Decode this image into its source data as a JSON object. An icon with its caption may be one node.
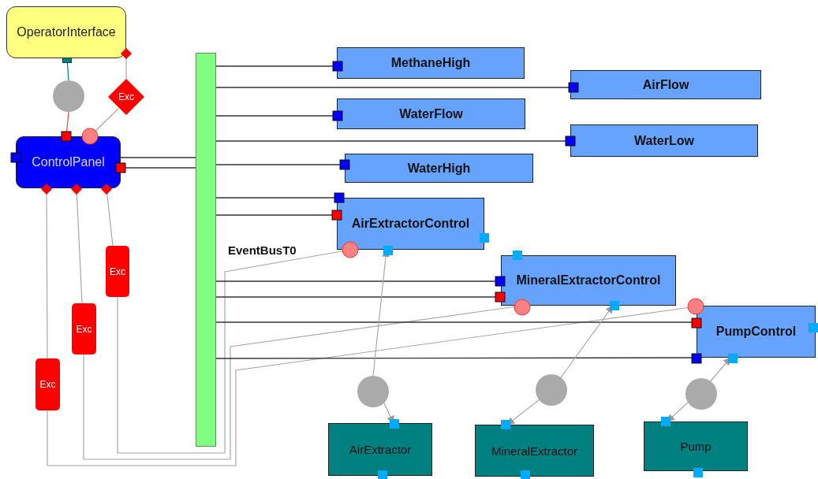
{
  "diagram": {
    "nodes": [
      {
        "text": [
          "OperatorInterface"
        ]
      },
      {
        "text": [],
        "shape": "circle"
      },
      {
        "text": [
          "Exc"
        ]
      },
      {
        "text": [
          "ControlPanel"
        ]
      },
      {
        "text": [
          "Exc"
        ]
      },
      {
        "text": [
          "Exc"
        ]
      },
      {
        "text": [
          "Exc"
        ]
      },
      {
        "text": [
          "EventBusT0"
        ]
      },
      {
        "text": [
          "MethaneHigh"
        ]
      },
      {
        "text": [
          "AirFlow"
        ]
      },
      {
        "text": [
          "WaterFlow"
        ]
      },
      {
        "text": [
          "WaterLow"
        ]
      },
      {
        "text": [
          "WaterHigh"
        ]
      },
      {
        "text": [
          "AirExtractorControl"
        ]
      },
      {
        "text": [
          "MineralExtractorControl"
        ]
      },
      {
        "text": [
          "PumpControl"
        ]
      },
      {
        "text": [],
        "shape": "circle"
      },
      {
        "text": [],
        "shape": "circle"
      },
      {
        "text": [],
        "shape": "circle"
      },
      {
        "text": [
          "AirExtractor"
        ]
      },
      {
        "text": [
          "MineralExtractor"
        ]
      },
      {
        "text": [
          "Pump"
        ]
      }
    ],
    "edges": [
      {
        "from": 0,
        "to": 1,
        "arrow": "other",
        "color": "#008080"
      },
      {
        "from": 1,
        "to": 3,
        "arrow": "none",
        "color": "#ff4040"
      },
      {
        "from": 0,
        "to": 2,
        "arrow": "none"
      },
      {
        "from": 2,
        "to": 3,
        "arrow": "none"
      },
      {
        "from": 3,
        "to": 7,
        "arrow": "none",
        "color": "#333333"
      },
      {
        "from": 3,
        "to": 7,
        "arrow": "none",
        "color": "#333333"
      },
      {
        "from": 3,
        "to": 4,
        "arrow": "none"
      },
      {
        "from": 3,
        "to": 5,
        "arrow": "none"
      },
      {
        "from": 3,
        "to": 6,
        "arrow": "none"
      },
      {
        "from": 4,
        "to": 13,
        "arrow": "none"
      },
      {
        "from": 5,
        "to": 14,
        "arrow": "none"
      },
      {
        "from": 6,
        "to": 15,
        "arrow": "none"
      },
      {
        "from": 7,
        "to": 8,
        "arrow": "none",
        "color": "#333333"
      },
      {
        "from": 7,
        "to": 9,
        "arrow": "none",
        "color": "#333333"
      },
      {
        "from": 7,
        "to": 10,
        "arrow": "none",
        "color": "#333333"
      },
      {
        "from": 7,
        "to": 11,
        "arrow": "none",
        "color": "#333333"
      },
      {
        "from": 7,
        "to": 12,
        "arrow": "none",
        "color": "#333333"
      },
      {
        "from": 7,
        "to": 13,
        "arrow": "none",
        "color": "#333333"
      },
      {
        "from": 7,
        "to": 13,
        "arrow": "none",
        "color": "#333333"
      },
      {
        "from": 7,
        "to": 14,
        "arrow": "none",
        "color": "#333333"
      },
      {
        "from": 7,
        "to": 14,
        "arrow": "none",
        "color": "#333333"
      },
      {
        "from": 7,
        "to": 15,
        "arrow": "none",
        "color": "#333333"
      },
      {
        "from": 7,
        "to": 15,
        "arrow": "none",
        "color": "#333333"
      },
      {
        "from": 16,
        "to": 13,
        "arrow": "to"
      },
      {
        "from": 16,
        "to": 19,
        "arrow": "to"
      },
      {
        "from": 17,
        "to": 14,
        "arrow": "to"
      },
      {
        "from": 17,
        "to": 20,
        "arrow": "to"
      },
      {
        "from": 18,
        "to": 15,
        "arrow": "to"
      },
      {
        "from": 18,
        "to": 21,
        "arrow": "to"
      }
    ]
  }
}
